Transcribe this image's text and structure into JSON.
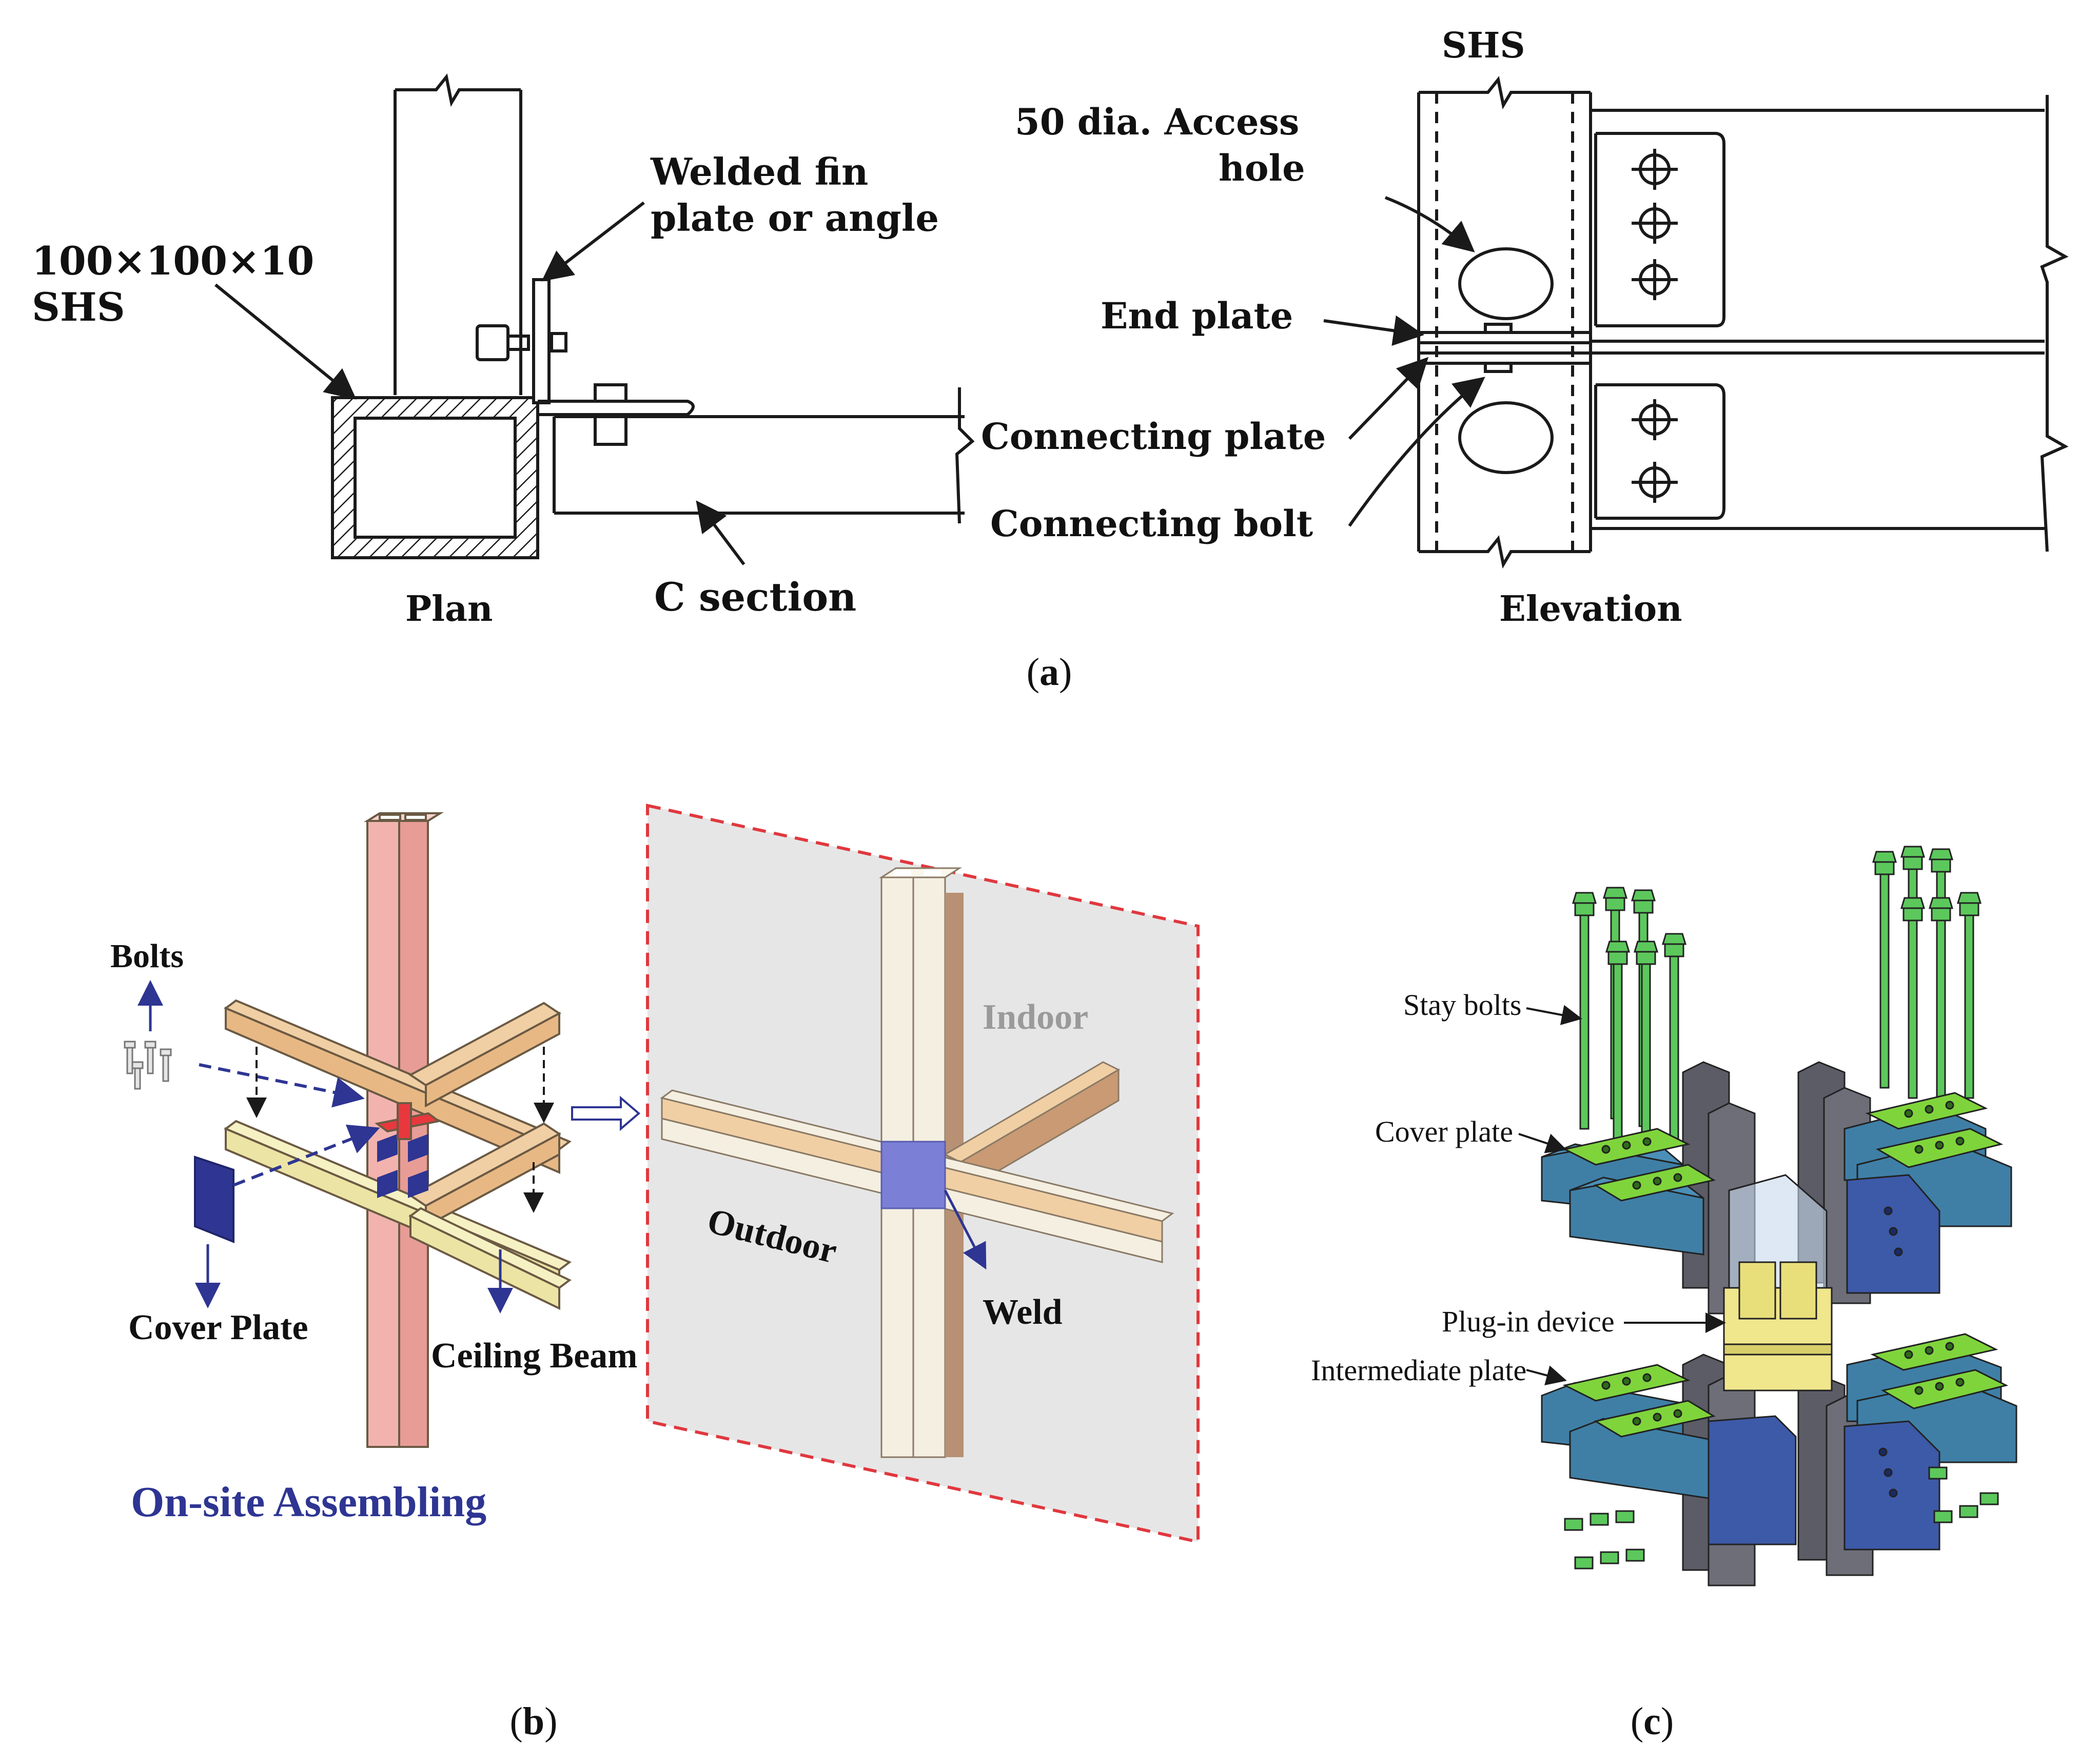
{
  "panel_a": {
    "plan_labels": {
      "shs_size": "100×100×10",
      "shs": "SHS",
      "welded_fin_1": "Welded fin",
      "welded_fin_2": "plate or angle",
      "plan": "Plan",
      "c_section": "C section"
    },
    "elevation_labels": {
      "shs_top": "SHS",
      "access_1": "50 dia. Access",
      "access_2": "hole",
      "end_plate": "End plate",
      "connecting_plate": "Connecting plate",
      "connecting_bolt": "Connecting bolt",
      "elevation": "Elevation"
    },
    "caption_open": "(",
    "caption_letter": "a",
    "caption_close": ")"
  },
  "panel_b": {
    "bolts": "Bolts",
    "cover_plate": "Cover Plate",
    "ceiling_beam": "Ceiling Beam",
    "on_site": "On-site Assembling",
    "indoor": "Indoor",
    "outdoor": "Outdoor",
    "weld": "Weld",
    "caption_open": "(",
    "caption_letter": "b",
    "caption_close": ")"
  },
  "panel_c": {
    "stay_bolts": "Stay bolts",
    "cover_plate": "Cover plate",
    "plug_in": "Plug-in device",
    "intermediate": "Intermediate plate",
    "caption_open": "(",
    "caption_letter": "c",
    "caption_close": ")"
  },
  "colors": {
    "line": "#1a1a1a",
    "column_pink": "#f2b3ae",
    "beam_tan": "#f1cfa4",
    "beam_yellow": "#f6f1c3",
    "cover_blue": "#2e3592",
    "red_plate": "#e8383d",
    "panel_grey": "#e6e6e6",
    "dash_red": "#e0383e",
    "bolt_green": "#5cc85c",
    "plate_green": "#7fd43b",
    "teal_box": "#3f7fa6",
    "blue_box": "#3d5aa8",
    "dark_column": "#5b5c66",
    "plug_yellow": "#f0e68c"
  }
}
